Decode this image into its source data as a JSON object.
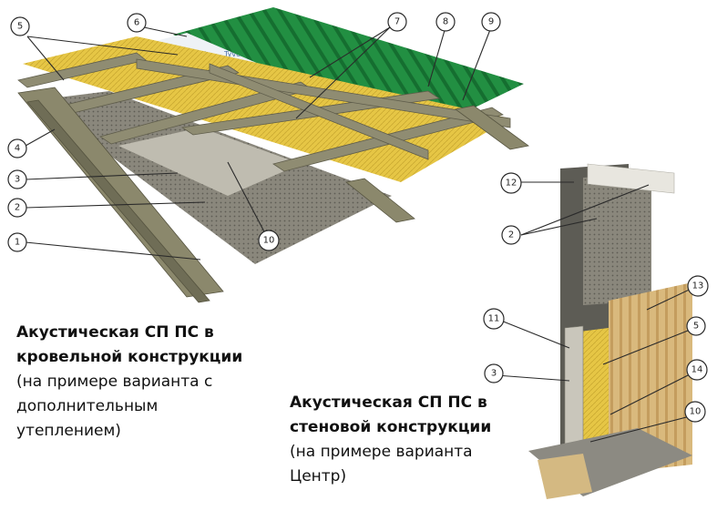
{
  "callouts": {
    "c1": "1",
    "c2": "2",
    "c3": "3",
    "c4": "4",
    "c5": "5",
    "c6": "6",
    "c7": "7",
    "c8": "8",
    "c9": "9",
    "c10": "10",
    "w12": "12",
    "w2": "2",
    "w11": "11",
    "w3": "3",
    "w13": "13",
    "w5": "5",
    "w14": "14",
    "w10": "10"
  },
  "captions": {
    "roof": {
      "title_line1": "Акустическая СП ПС в",
      "title_line2": "кровельной конструкции",
      "note_line1": "(на примере варианта с",
      "note_line2": "дополнительным",
      "note_line3": "утеплением)"
    },
    "wall": {
      "title_line1": "Акустическая СП ПС в",
      "title_line2": "стеновой конструкции",
      "note_line1": "(на примере варианта",
      "note_line2": "Центр)"
    }
  },
  "colors": {
    "steel": "#8f8c72",
    "steel_dark": "#5f5d4b",
    "insulation": "#e8c94a",
    "roof_sheet": "#1f8a3e",
    "membrane": "#eef2f6",
    "perforated": "#7d7a70",
    "facade": "#d8b67a"
  }
}
